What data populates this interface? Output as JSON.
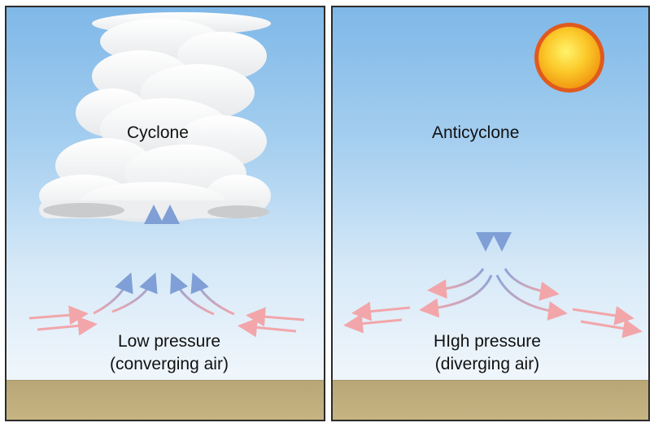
{
  "left_panel": {
    "title": "Cyclone",
    "caption_line1": "Low pressure",
    "caption_line2": "(converging air)"
  },
  "right_panel": {
    "title": "Anticyclone",
    "caption_line1": "HIgh pressure",
    "caption_line2": "(diverging air)"
  },
  "colors": {
    "sky_top": "#7fb8e8",
    "sky_bottom": "#eef5fb",
    "ground": "#c2af7e",
    "rising_arrow": "#7f9fd6",
    "surface_arrow": "#f2a6aa",
    "sun": "#f7b51c"
  },
  "icons": [
    "cloud-icon",
    "sun-icon",
    "arrow-icon"
  ]
}
